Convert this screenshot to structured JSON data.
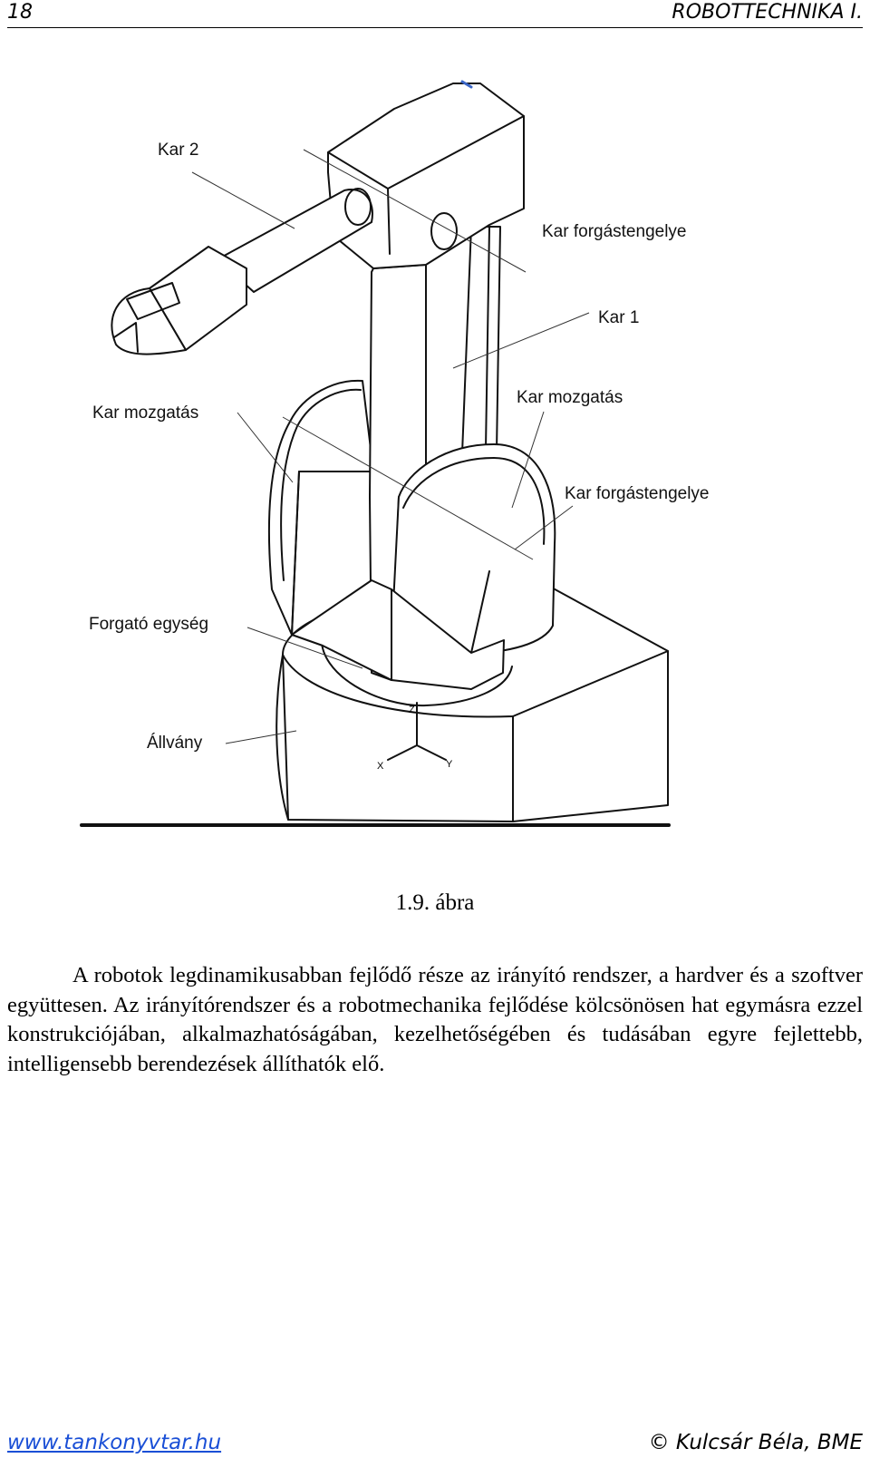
{
  "header": {
    "page_number": "18",
    "book_title": "ROBOTTECHNIKA I."
  },
  "figure": {
    "labels": {
      "arm2": "Kar 2",
      "arm_axis_top": "Kar forgástengelye",
      "arm1": "Kar 1",
      "arm_drive_left": "Kar mozgatás",
      "arm_drive_right": "Kar mozgatás",
      "arm_axis_bottom": "Kar forgástengelye",
      "rotating_unit": "Forgató egység",
      "stand": "Állvány"
    },
    "axis_letters": {
      "z": "Z",
      "x": "X",
      "y": "Y"
    },
    "caption": "1.9. ábra"
  },
  "body": {
    "paragraph": "A robotok legdinamikusabban fejlődő része az irányító rendszer, a hardver és a szoftver együttesen. Az irányítórendszer és a robotmechanika fejlődése kölcsönösen hat egymásra ezzel konstrukciójában, alkalmazhatóságában, kezelhetőségében és tudásában egyre fejlettebb, intelligensebb berendezések állíthatók elő."
  },
  "footer": {
    "website": "www.tankonyvtar.hu",
    "copyright_symbol": "©",
    "copyright": "Kulcsár Béla, BME"
  }
}
